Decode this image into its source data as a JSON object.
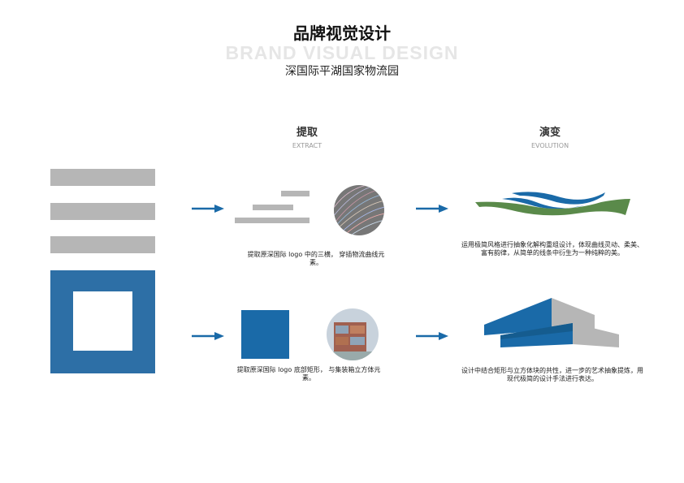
{
  "header": {
    "title": "品牌视觉设计",
    "subtitle_en": "BRAND VISUAL DESIGN",
    "subtitle_cn": "深国际平湖国家物流园"
  },
  "columns": [
    {
      "title": "提取",
      "subtitle": "EXTRACT"
    },
    {
      "title": "演变",
      "subtitle": "EVOLUTION"
    }
  ],
  "rows": [
    {
      "extract_desc": "提取原深国际 logo 中的三横， 穿插物流曲线元素。",
      "evolution_desc": "运用极简风格进行抽象化解构重组设计，体现曲线灵动、柔美、富有韵律，从简单的线条中衍生为一种纯粹的美。"
    },
    {
      "extract_desc": "提取原深国际 logo 底部矩形， 与集装箱立方体元素。",
      "evolution_desc": "设计中结合矩形与立方体块的共性，进一步的艺术抽象提炼，用现代极简的设计手法进行表达。"
    }
  ],
  "colors": {
    "blue": "#1a6aa8",
    "green": "#5a8a4a",
    "gray": "#b6b6b6",
    "logo_blue": "#2d6fa6"
  }
}
